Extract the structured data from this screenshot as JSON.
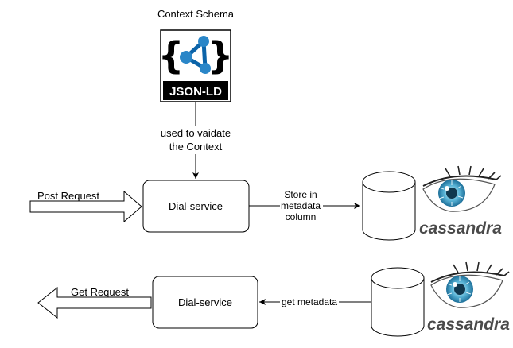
{
  "schema": {
    "title": "Context Schema",
    "logo_text": "JSON-LD",
    "validate_label_line1": "used to vaidate",
    "validate_label_line2": "the Context"
  },
  "post_flow": {
    "request_label": "Post Request",
    "service_label": "Dial-service",
    "store_line1": "Store in",
    "store_line2": "metadata",
    "store_line3": "column",
    "db_logo_text": "cassandra"
  },
  "get_flow": {
    "request_label": "Get Request",
    "service_label": "Dial-service",
    "edge_label": "get metadata",
    "db_logo_text": "cassandra"
  },
  "icons": {
    "schema_logo": "json-ld-icon",
    "database": "cylinder-icon",
    "cassandra_logo": "cassandra-eye-icon"
  }
}
